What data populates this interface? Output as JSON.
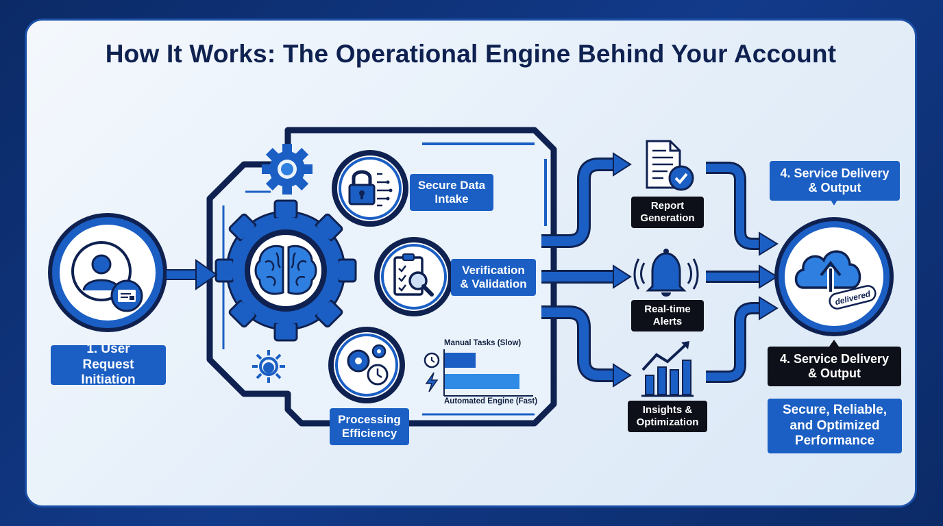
{
  "title": "How It Works: The Operational Engine Behind Your Account",
  "steps": {
    "user_request": "1. User Request Initiation",
    "secure_intake": "Secure Data Intake",
    "verification": "Verification & Validation",
    "processing": "Processing Efficiency",
    "report": "Report Generation",
    "alerts": "Real-time Alerts",
    "insights": "Insights & Optimization",
    "delivery_top": "4. Service Delivery & Output",
    "delivery_bottom": "4. Service Delivery & Output",
    "tagline": "Secure, Reliable, and Optimized Performance"
  },
  "comparison": {
    "manual_label": "Manual Tasks (Slow)",
    "automated_label": "Automated Engine (Fast)"
  },
  "stamp_text": "delivered",
  "colors": {
    "primary_blue": "#1b5fc4",
    "navy": "#0f2150",
    "dark_label": "#0d1018",
    "background": "#e4eef9"
  },
  "icons": [
    "user-icon",
    "id-card-icon",
    "gear-icon",
    "brain-icon",
    "lock-icon",
    "clipboard-search-icon",
    "gears-clock-icon",
    "clock-icon",
    "lightning-icon",
    "document-check-icon",
    "bell-icon",
    "growth-chart-icon",
    "cloud-upload-icon"
  ]
}
